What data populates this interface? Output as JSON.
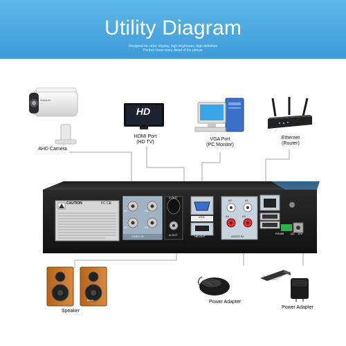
{
  "banner": {
    "title": "Utility Diagram",
    "subtitle_line1": "Designed for video display, high brightness, high definition",
    "subtitle_line2": "Perfect show every detail of the picture"
  },
  "devices": {
    "ahd_camera": "AHD Camera",
    "hdmi_line1": "HDMI Port",
    "hdmi_line2": "(HD TV)",
    "hdmi_screen_text": "HD",
    "vga_line1": "VGA Port",
    "vga_line2": "(PC Monitor)",
    "ethernet_line1": "Ethernet",
    "ethernet_line2": "(Router)",
    "speaker": "Speaker",
    "mouse": "Power Adapter",
    "power_adapter": "Power Adapter"
  },
  "dvr_labels": {
    "caution": "CAUTION",
    "fcc": "FC CE",
    "video_in": "VIDEO IN",
    "v_out": "V-OUT",
    "a_out": "A-OUT",
    "vga": "VGA",
    "hd_out": "HD-OUT",
    "audio_in": "AUDIO IN",
    "rs485": "RS485",
    "dc": "DC",
    "v12": "12V",
    "v1": "V1",
    "v2": "V2",
    "v3": "V3",
    "v4": "V4",
    "a1": "A1",
    "a2": "A2",
    "a3": "A3",
    "a4": "A4",
    "camera_brand": "Gosaum",
    "speaker_brand": "MICSE"
  }
}
